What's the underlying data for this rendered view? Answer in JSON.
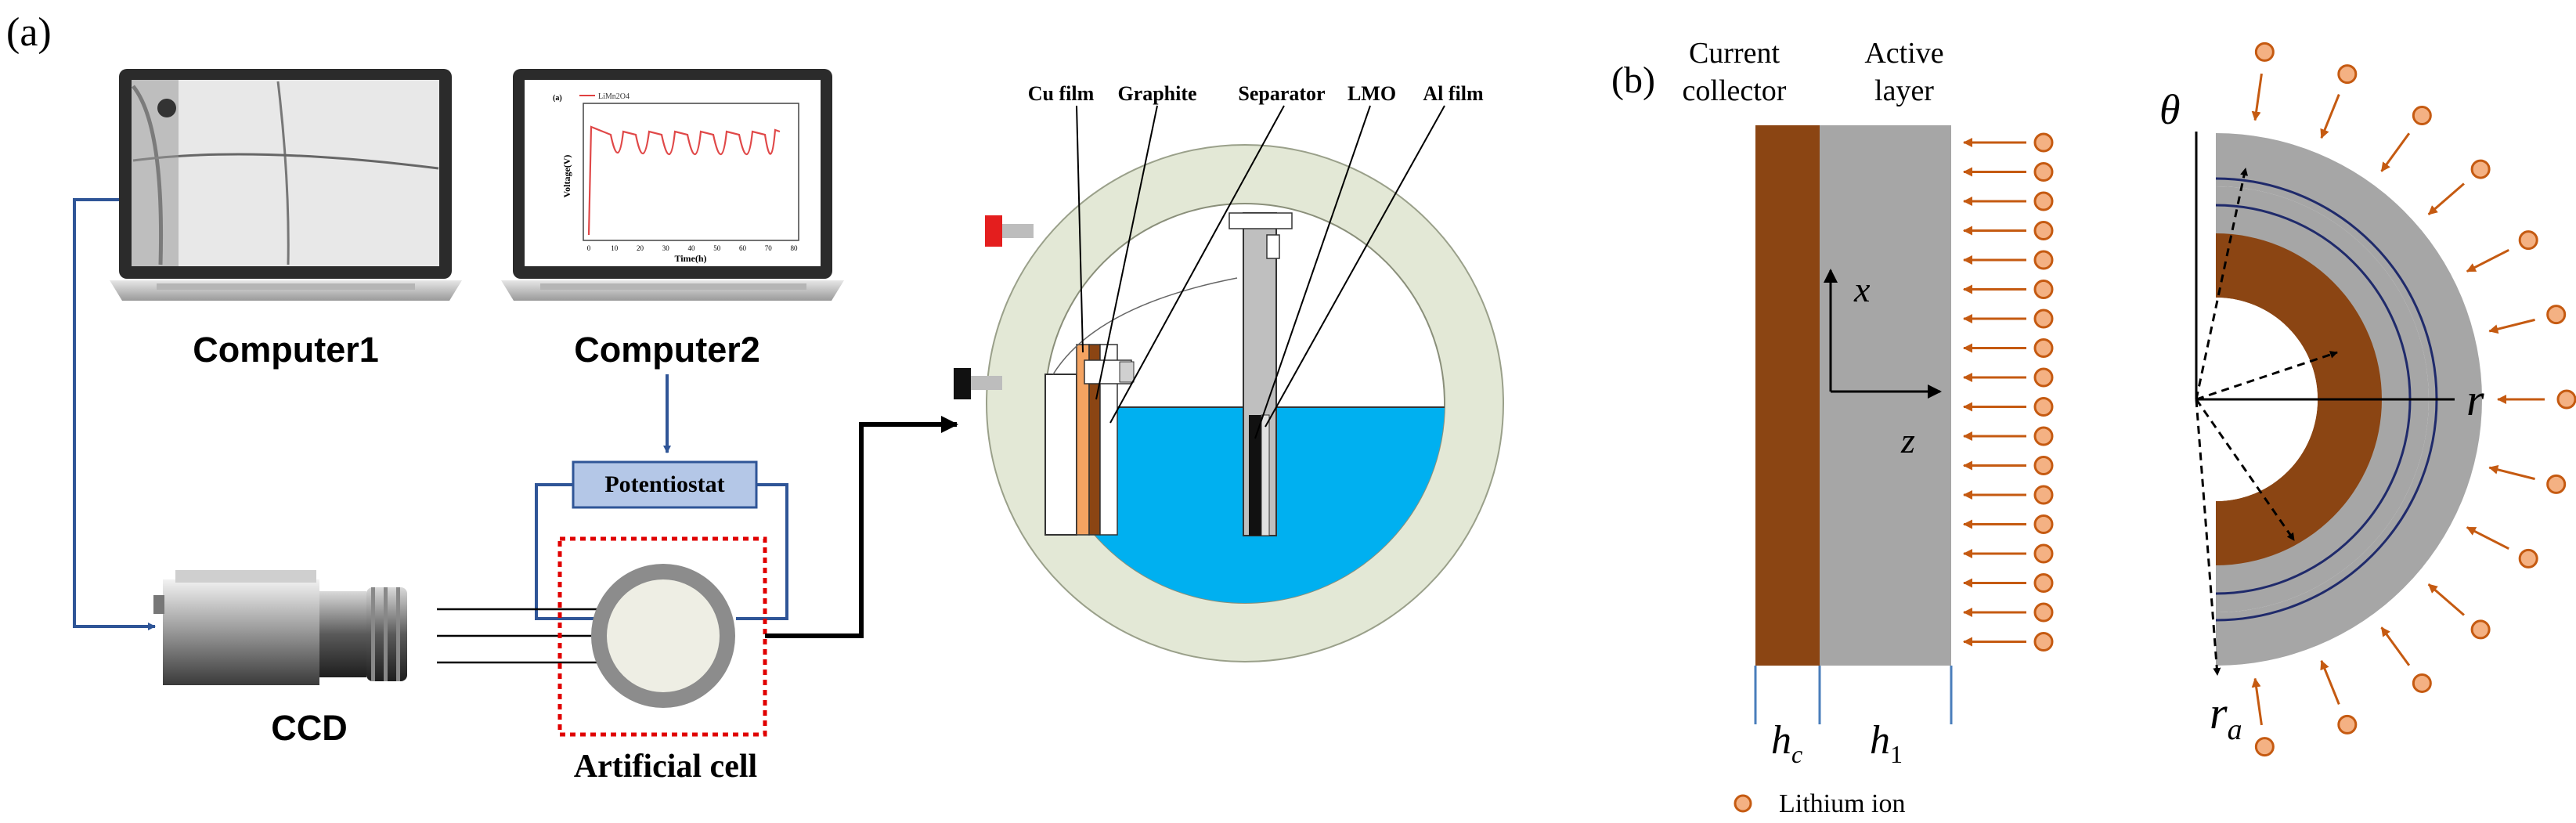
{
  "panel_a": {
    "label": "(a)",
    "computer1": {
      "label": "Computer1"
    },
    "computer2": {
      "label": "Computer2",
      "screen_plot": {
        "legend": "LiMn2O4",
        "panel_tag": "(a)",
        "ylabel": "Voltage(V)",
        "xlabel": "Time(h)",
        "xticks": [
          "0",
          "10",
          "20",
          "30",
          "40",
          "50",
          "60",
          "70",
          "80"
        ]
      }
    },
    "potentiostat": {
      "label": "Potentiostat"
    },
    "ccd": {
      "label": "CCD"
    },
    "artificial_cell": {
      "label": "Artificial cell"
    },
    "cell_labels": {
      "cu_film": "Cu film",
      "graphite": "Graphite",
      "separator": "Separator",
      "lmo": "LMO",
      "al_film": "Al film"
    }
  },
  "panel_b": {
    "label": "(b)",
    "current_collector": {
      "line1": "Current",
      "line2": "collector"
    },
    "active_layer": {
      "line1": "Active",
      "line2": "layer"
    },
    "axis_x": "x",
    "axis_z": "z",
    "h_c": {
      "main": "h",
      "sub": "c"
    },
    "h_1": {
      "main": "h",
      "sub": "1"
    },
    "theta": "θ",
    "r": "r",
    "r_a": {
      "main": "r",
      "sub": "a"
    },
    "legend_label": "Lithium ion"
  },
  "colors": {
    "copper": "#8b4513",
    "active_gray": "#a6a6a6",
    "electrolyte": "#00b0f0",
    "ring": "#e3e8d6",
    "potentiostat_fill": "#b4c7e7",
    "wire_blue": "#2f5597",
    "ion_fill": "#f4b183",
    "ion_arrow": "#c55a11",
    "dotted_red": "#e00000"
  }
}
